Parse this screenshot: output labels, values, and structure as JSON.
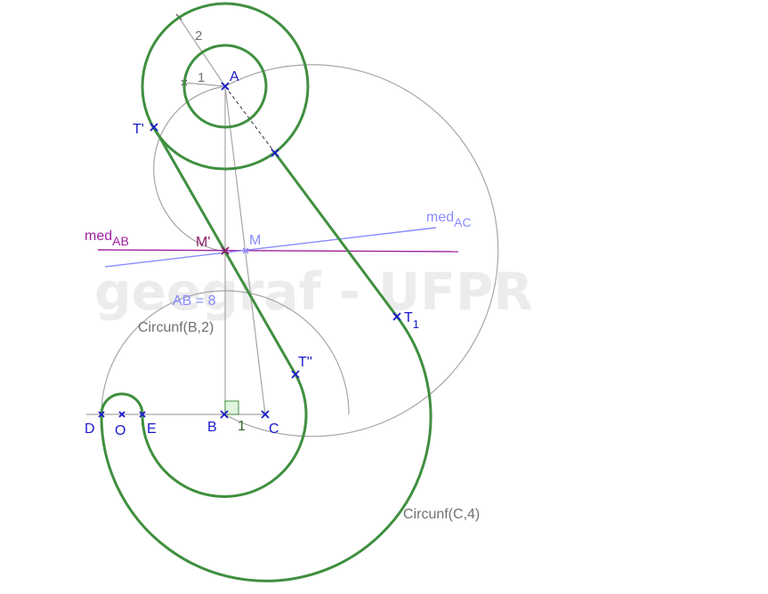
{
  "watermark": "geegraf - UFPR",
  "colors": {
    "construction": "#a6a6a6",
    "result": "#3f8f3f",
    "point": "#1a1acc",
    "med_ab": "#a020a0",
    "med_ac": "#8a8aff",
    "label_gray": "#707070",
    "mprime": "#8a1a6a",
    "angle_fill": "#e1f4de",
    "angle_stroke": "#3f8f3f"
  },
  "points": {
    "A": "A",
    "B": "B",
    "C": "C",
    "D": "D",
    "E": "E",
    "O": "O",
    "M": "M",
    "M_prime": "M'",
    "T_prime": "T'",
    "T_double_prime": "T''",
    "T1_base": "T",
    "T1_sub": "1"
  },
  "labels": {
    "med_ab_base": "med",
    "med_ab_sub": "AB",
    "med_ac_base": "med",
    "med_ac_sub": "AC",
    "radius_1": "1",
    "radius_2": "2",
    "segment_b_c": "1",
    "ab_length": "AB = 8",
    "circle_b": "Circunf(B,2)",
    "circle_c": "Circunf(C,4)"
  }
}
